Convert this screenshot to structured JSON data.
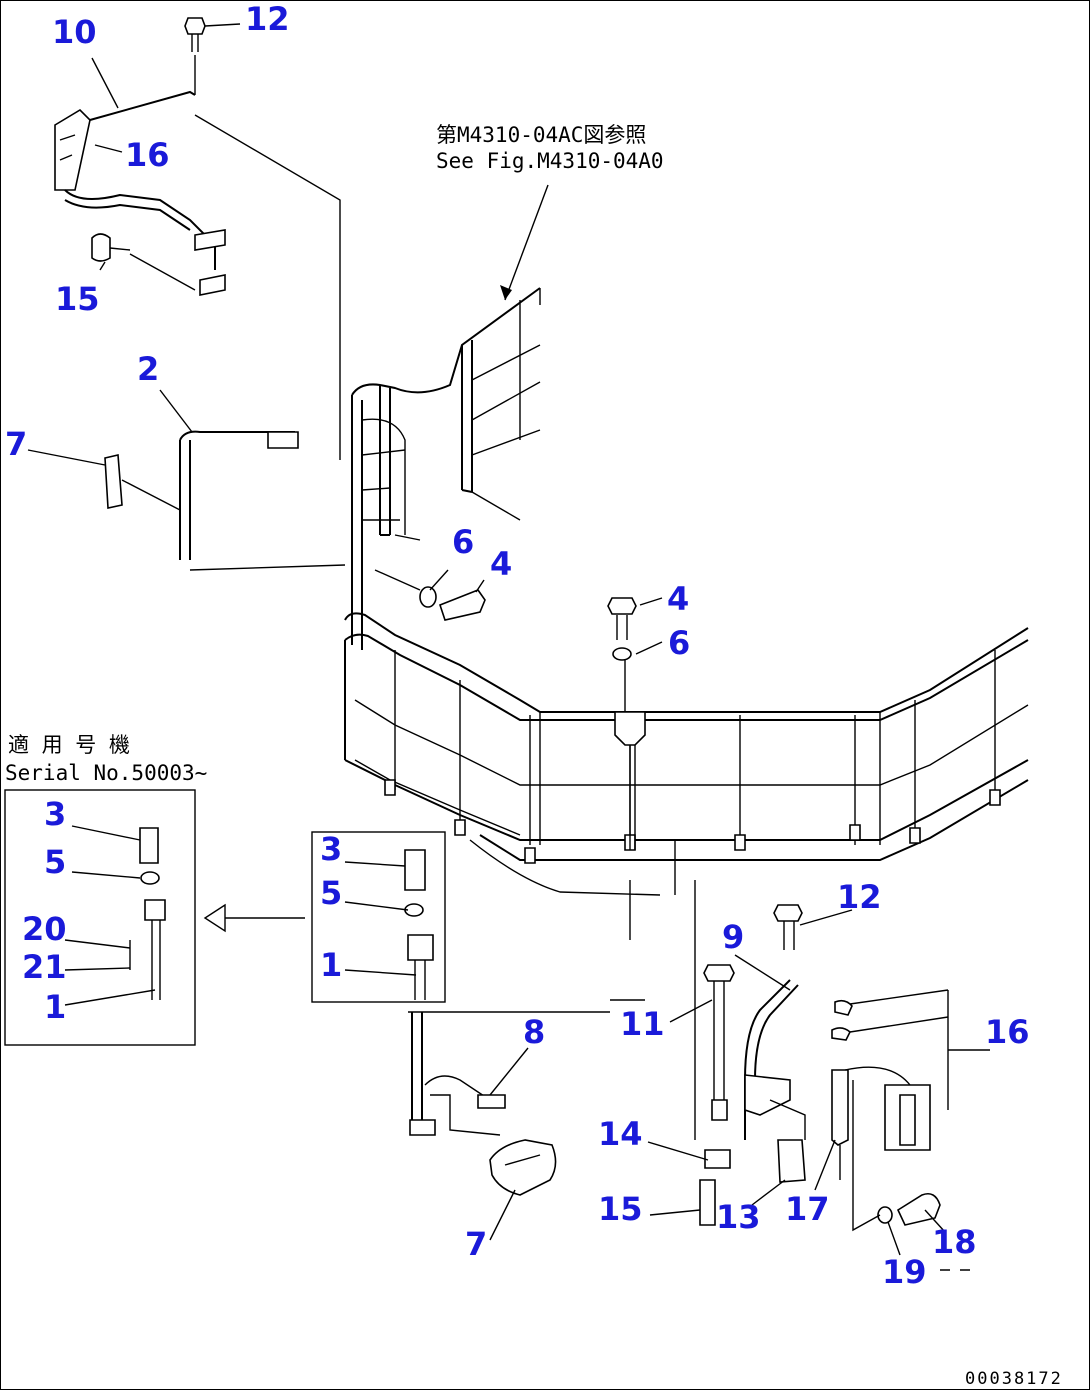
{
  "reference_note": {
    "line1": "第M4310-04AC図参照",
    "line2": "See Fig.M4310-04A0"
  },
  "serial_note": {
    "line1": "適 用 号 機",
    "line2": "Serial No.50003~"
  },
  "drawing_number": "00038172",
  "callouts": [
    "10",
    "12",
    "16",
    "15",
    "2",
    "7",
    "6",
    "4",
    "4",
    "6",
    "3",
    "5",
    "20",
    "21",
    "1",
    "3",
    "5",
    "1",
    "12",
    "9",
    "11",
    "8",
    "16",
    "14",
    "15",
    "13",
    "17",
    "7",
    "18",
    "19"
  ]
}
